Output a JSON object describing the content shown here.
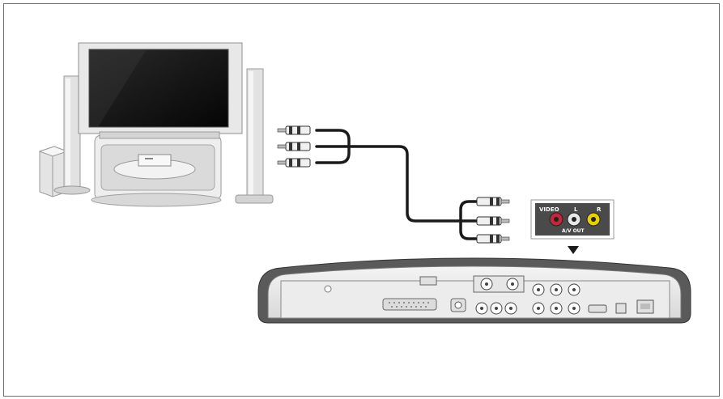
{
  "av_panel": {
    "label_video": "VIDEO",
    "label_l": "L",
    "label_r": "R",
    "label_av_out": "A/V OUT",
    "jack_colors": {
      "video": "#c2273a",
      "left": "#e8e8e8",
      "right": "#e6d000"
    }
  },
  "colors": {
    "cable": "#1a1a1a",
    "panel_bg": "#4a4a4a",
    "device_body": "#e9e9e9"
  },
  "icons": [
    "tv-set-icon",
    "speaker-icon",
    "subwoofer-icon",
    "rca-plug-icon",
    "set-top-box-icon",
    "arrow-down-icon"
  ]
}
